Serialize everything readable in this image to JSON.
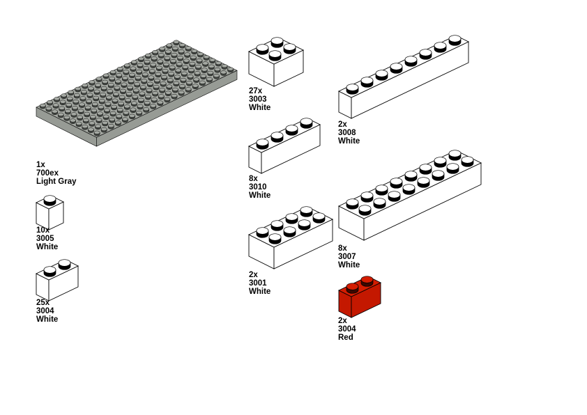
{
  "parts": [
    {
      "qty": "1x",
      "part": "700ex",
      "color_name": "Light Gray",
      "studs_long": 20,
      "studs_wide": 10,
      "fill": "#a4a8a2",
      "side": "#979b95"
    },
    {
      "qty": "10x",
      "part": "3005",
      "color_name": "White",
      "studs_long": 1,
      "studs_wide": 1,
      "fill": "#ffffff",
      "side": "#ffffff"
    },
    {
      "qty": "25x",
      "part": "3004",
      "color_name": "White",
      "studs_long": 2,
      "studs_wide": 1,
      "fill": "#ffffff",
      "side": "#ffffff"
    },
    {
      "qty": "27x",
      "part": "3003",
      "color_name": "White",
      "studs_long": 2,
      "studs_wide": 2,
      "fill": "#ffffff",
      "side": "#ffffff"
    },
    {
      "qty": "8x",
      "part": "3010",
      "color_name": "White",
      "studs_long": 4,
      "studs_wide": 1,
      "fill": "#ffffff",
      "side": "#ffffff"
    },
    {
      "qty": "2x",
      "part": "3001",
      "color_name": "White",
      "studs_long": 4,
      "studs_wide": 2,
      "fill": "#ffffff",
      "side": "#ffffff"
    },
    {
      "qty": "2x",
      "part": "3008",
      "color_name": "White",
      "studs_long": 8,
      "studs_wide": 1,
      "fill": "#ffffff",
      "side": "#ffffff"
    },
    {
      "qty": "8x",
      "part": "3007",
      "color_name": "White",
      "studs_long": 8,
      "studs_wide": 2,
      "fill": "#ffffff",
      "side": "#ffffff"
    },
    {
      "qty": "2x",
      "part": "3004",
      "color_name": "Red",
      "studs_long": 2,
      "studs_wide": 1,
      "fill": "#d41c00",
      "side": "#c41800"
    }
  ]
}
